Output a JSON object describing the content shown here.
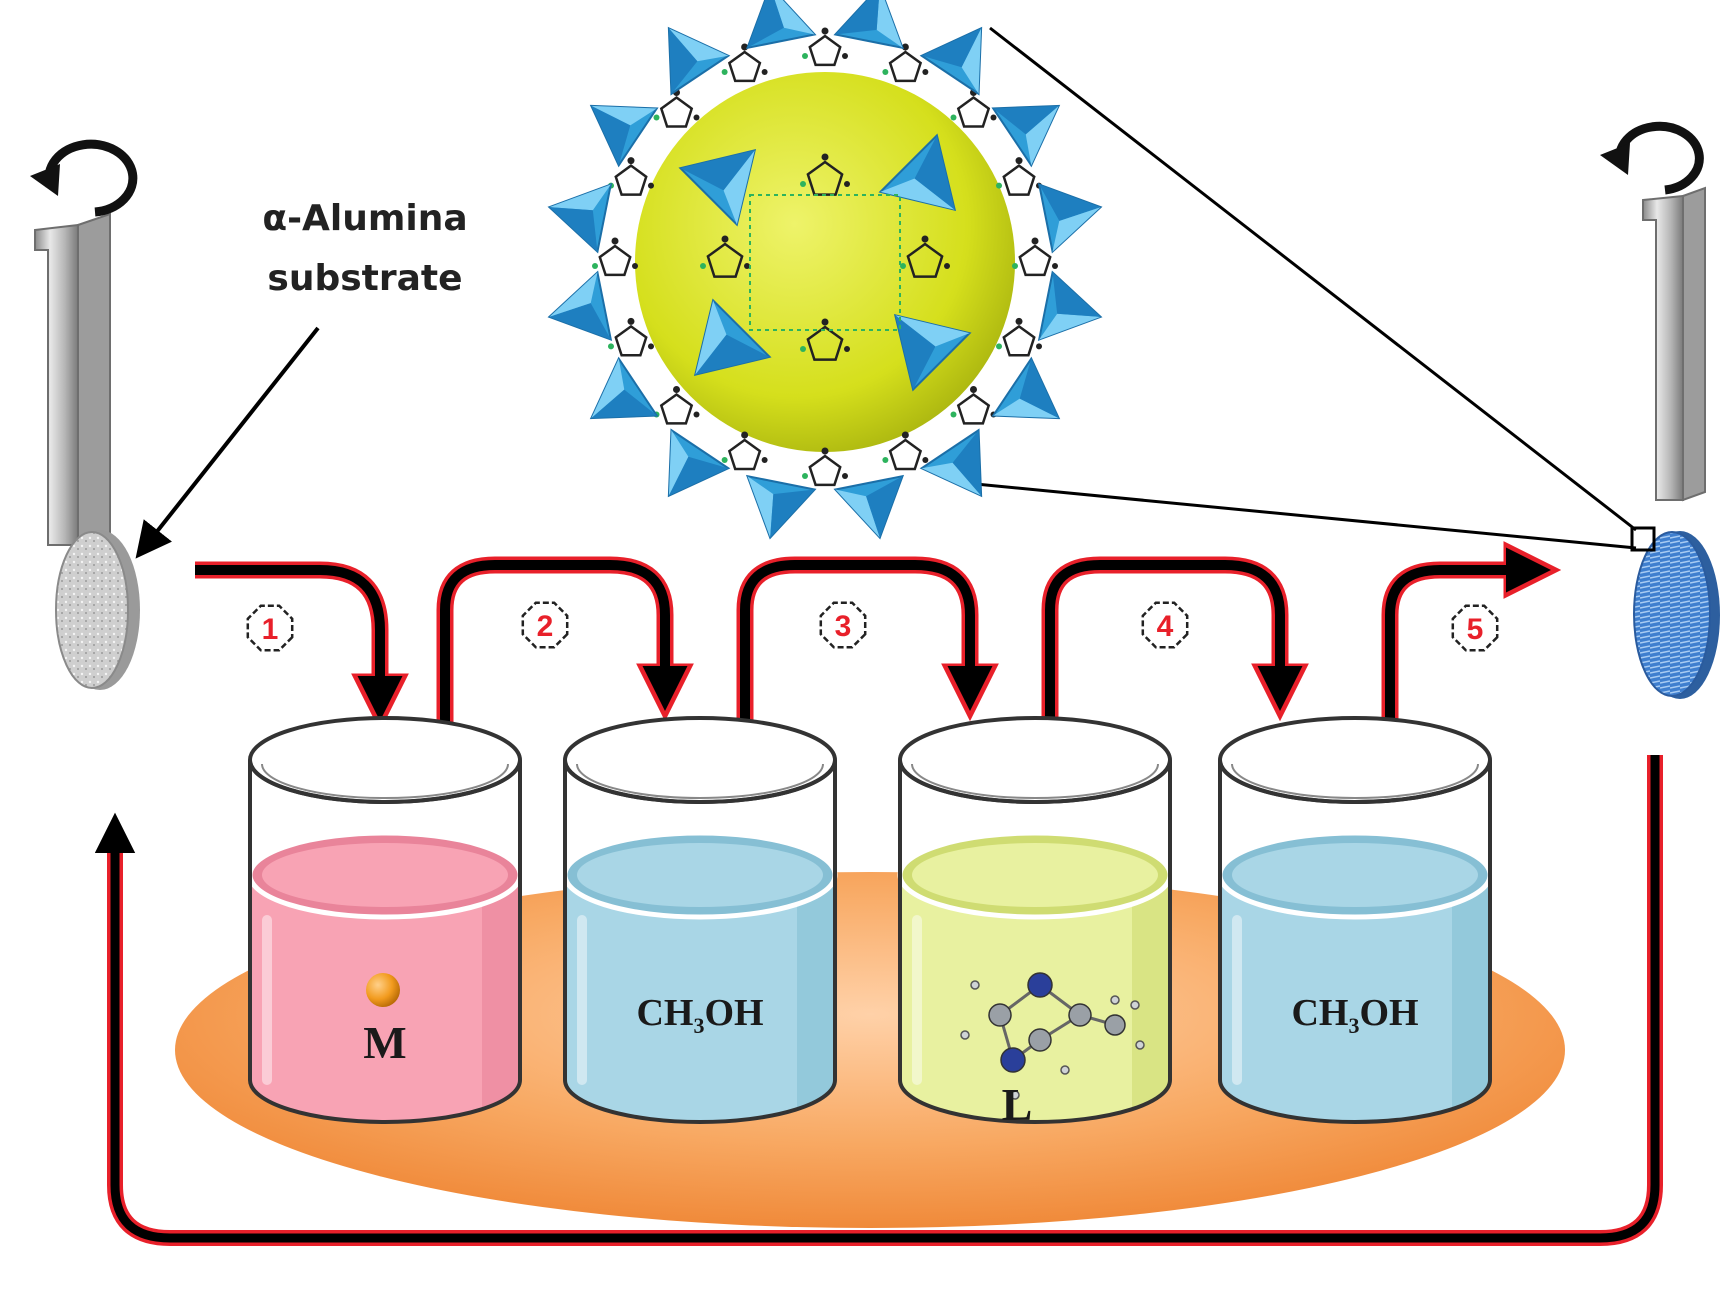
{
  "substrate_label": {
    "line1": "α-Alumina",
    "line2": "substrate"
  },
  "steps": [
    "1",
    "2",
    "3",
    "4",
    "5"
  ],
  "beakers": [
    {
      "label": "M",
      "sub": "",
      "rest": "",
      "liquid": "#f8a3b4",
      "liquid_dark": "#e9849a",
      "content": "metal-ion"
    },
    {
      "label": "CH",
      "sub": "3",
      "rest": "OH",
      "liquid": "#a9d6e6",
      "liquid_dark": "#86bfd4",
      "content": "solvent"
    },
    {
      "label": "L",
      "sub": "",
      "rest": "",
      "liquid": "#e8f1a0",
      "liquid_dark": "#cfdc72",
      "content": "ligand"
    },
    {
      "label": "CH",
      "sub": "3",
      "rest": "OH",
      "liquid": "#a9d6e6",
      "liquid_dark": "#86bfd4",
      "content": "solvent"
    }
  ],
  "colors": {
    "arrow_glow": "#e8202a",
    "arrow_core": "#000000",
    "tray": "#f6a35a",
    "zif_sphere": "#d7e21e",
    "zif_tetra": "#2f9ed8",
    "substrate_bare": "#c9c9c9",
    "substrate_coated": "#4f8fd6"
  }
}
